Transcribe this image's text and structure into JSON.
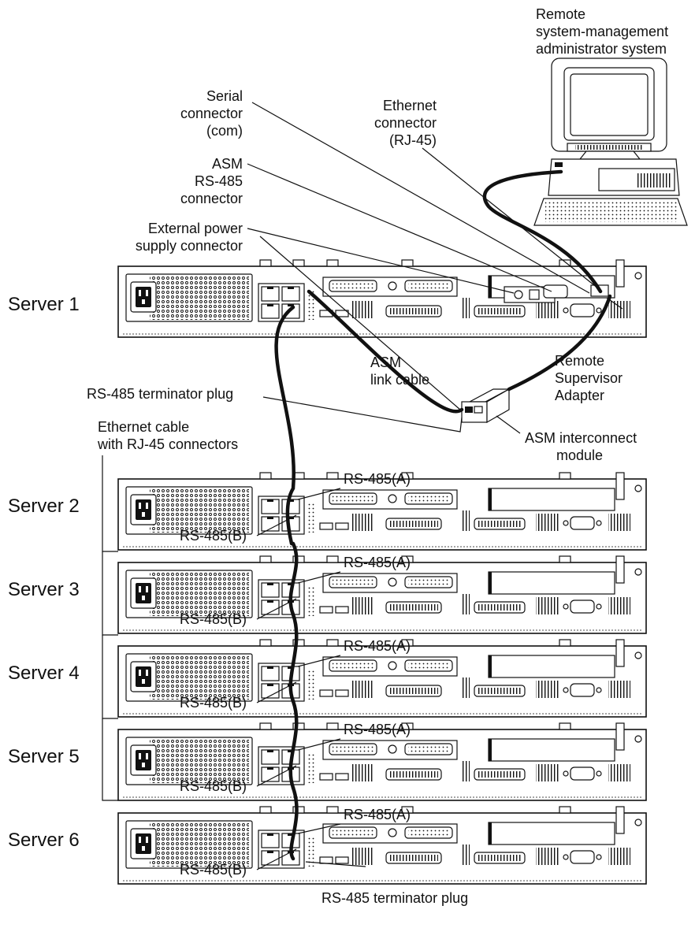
{
  "labels": {
    "remote_admin": [
      "Remote",
      "system-management",
      "administrator system"
    ],
    "serial_connector": [
      "Serial",
      "connector",
      "(com)"
    ],
    "ethernet_connector": [
      "Ethernet",
      "connector",
      "(RJ-45)"
    ],
    "asm_rs485_connector": [
      "ASM",
      "RS-485",
      "connector"
    ],
    "external_power": [
      "External power",
      "supply connector"
    ],
    "asm_link_cable": [
      "ASM",
      "link cable"
    ],
    "remote_supervisor_adapter": [
      "Remote",
      "Supervisor",
      "Adapter"
    ],
    "rs485_terminator_plug_top": "RS-485 terminator plug",
    "ethernet_cable": [
      "Ethernet cable",
      "with RJ-45 connectors"
    ],
    "asm_interconnect_module": [
      "ASM interconnect",
      "module"
    ],
    "rs485_terminator_plug_bottom": "RS-485 terminator plug",
    "port_a": "RS-485(A)",
    "port_b": "RS-485(B)"
  },
  "servers": [
    "Server 1",
    "Server 2",
    "Server 3",
    "Server 4",
    "Server 5",
    "Server 6"
  ]
}
